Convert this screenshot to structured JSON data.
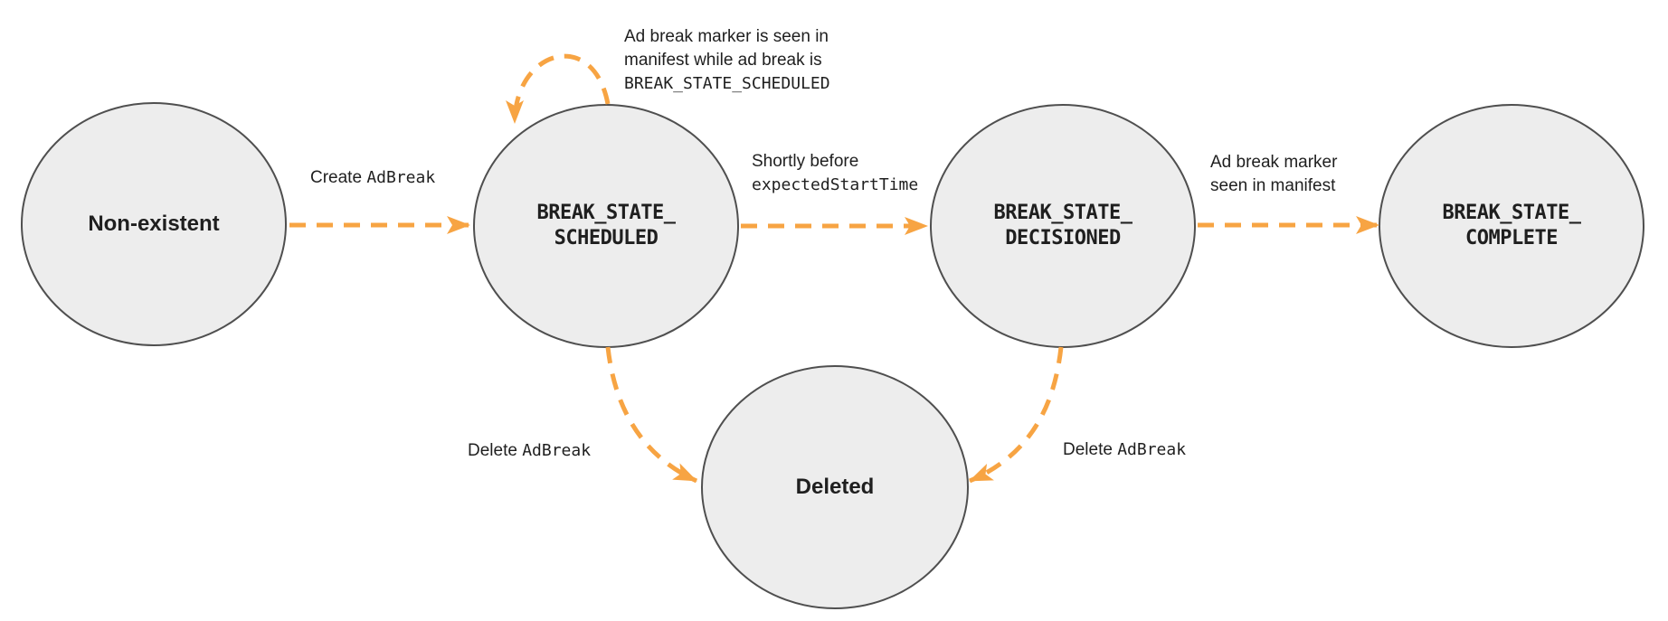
{
  "colors": {
    "arrow": "#F7A443",
    "state_fill": "#EDEDED",
    "state_border": "#4F4F4F",
    "text": "#1F1F1F"
  },
  "states": {
    "non_existent": {
      "label": "Non-existent"
    },
    "scheduled": {
      "line1": "BREAK_STATE_",
      "line2": "SCHEDULED"
    },
    "decisioned": {
      "line1": "BREAK_STATE_",
      "line2": "DECISIONED"
    },
    "complete": {
      "line1": "BREAK_STATE_",
      "line2": "COMPLETE"
    },
    "deleted": {
      "label": "Deleted"
    }
  },
  "transitions": {
    "create": {
      "prefix": "Create",
      "code": "AdBreak"
    },
    "self_loop": {
      "line1": "Ad break marker is seen in",
      "line2": "manifest while ad break is",
      "line3_code": "BREAK_STATE_SCHEDULED"
    },
    "to_decisioned": {
      "line1": "Shortly before",
      "line2_code": "expectedStartTime"
    },
    "to_complete": {
      "line1": "Ad break marker",
      "line2": "seen in manifest"
    },
    "delete_from_scheduled": {
      "prefix": "Delete",
      "code": "AdBreak"
    },
    "delete_from_decisioned": {
      "prefix": "Delete",
      "code": "AdBreak"
    }
  }
}
